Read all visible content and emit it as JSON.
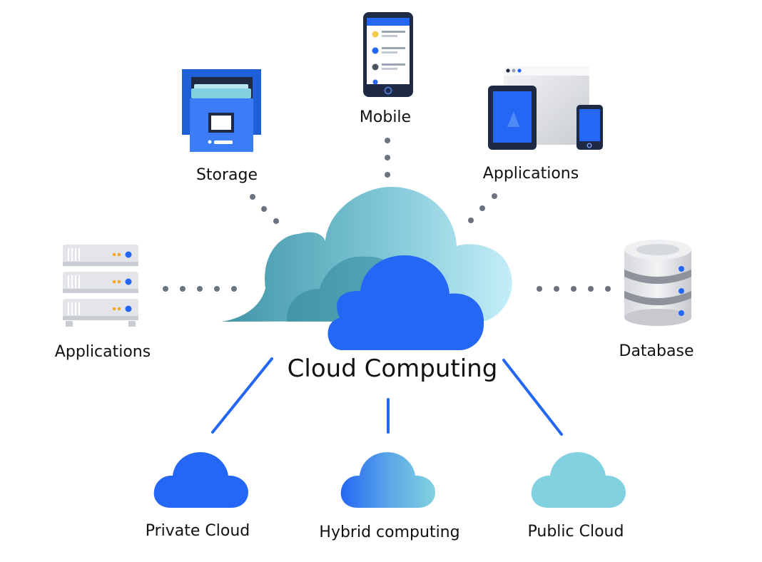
{
  "center": {
    "label": "Cloud Computing"
  },
  "nodes": {
    "mobile": {
      "label": "Mobile",
      "icon": "smartphone-icon"
    },
    "storage": {
      "label": "Storage",
      "icon": "file-storage-icon"
    },
    "applications_devices": {
      "label": "Applications",
      "icon": "devices-icon"
    },
    "applications_servers": {
      "label": "Applications",
      "icon": "server-rack-icon"
    },
    "database": {
      "label": "Database",
      "icon": "database-icon"
    }
  },
  "cloud_types": [
    {
      "label": "Private Cloud",
      "icon": "private-cloud-icon"
    },
    {
      "label": "Hybrid computing",
      "icon": "hybrid-cloud-icon"
    },
    {
      "label": "Public Cloud",
      "icon": "public-cloud-icon"
    }
  ],
  "colors": {
    "primary_blue": "#2567f5",
    "light_teal": "#82d1e0",
    "teal_dark": "#3f9aa8",
    "connector_dot": "#6b7280",
    "navy": "#1e2a44",
    "server_grey": "#e3e5e8",
    "accent_orange": "#f5a623"
  }
}
